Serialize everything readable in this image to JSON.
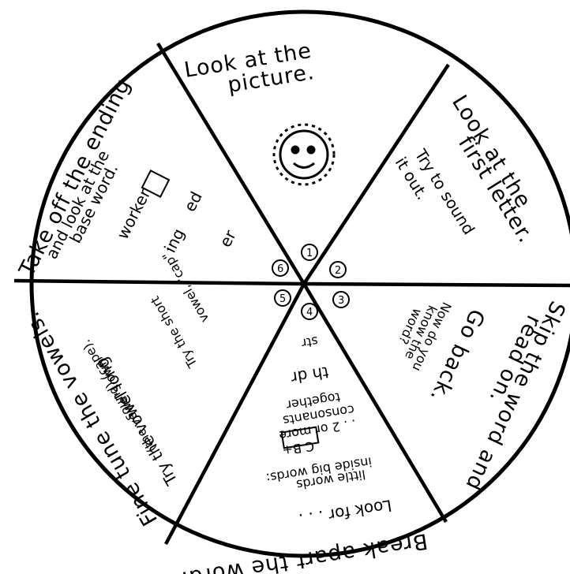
{
  "wheel": {
    "segments": [
      {
        "number": "1",
        "lines": [
          "Look at the",
          "picture."
        ]
      },
      {
        "number": "2",
        "lines": [
          "Look at the",
          "first letter.",
          "Try to sound",
          "it out."
        ]
      },
      {
        "number": "3",
        "lines": [
          "Skip the word and",
          "read on.",
          "Go back.",
          "Now do you",
          "know the",
          "word?"
        ]
      },
      {
        "number": "4",
        "lines": [
          "Break apart the word.",
          "Look for . . .",
          "little words",
          "inside big words:",
          "C B+",
          ". . 2 or more",
          "consonants",
          "together",
          "th dr",
          "str"
        ]
      },
      {
        "number": "5",
        "lines": [
          "Fine tune the vowels.",
          "Try the vowel long",
          "(the vowel's own",
          "sound) (cape).",
          "Try the short",
          "vowel, \"cap\"."
        ]
      },
      {
        "number": "6",
        "lines": [
          "Take off the ending",
          "and look at the",
          "base word.",
          "worker",
          "ed",
          "ing",
          "er"
        ]
      }
    ]
  }
}
